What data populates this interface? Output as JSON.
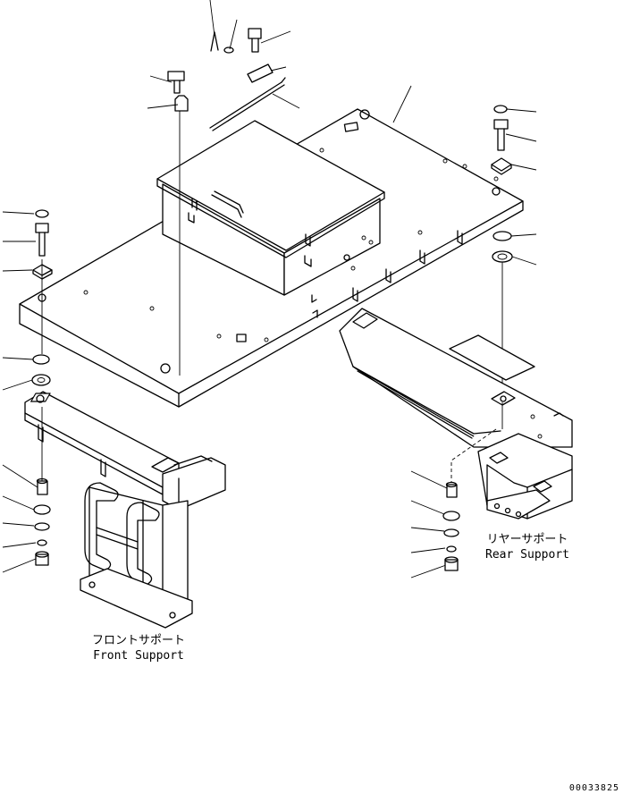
{
  "labels": {
    "front_support_jp": "フロントサポート",
    "front_support_en": "Front Support",
    "rear_support_jp": "リヤーサポート",
    "rear_support_en": "Rear Support"
  },
  "drawing_number": "00033825"
}
